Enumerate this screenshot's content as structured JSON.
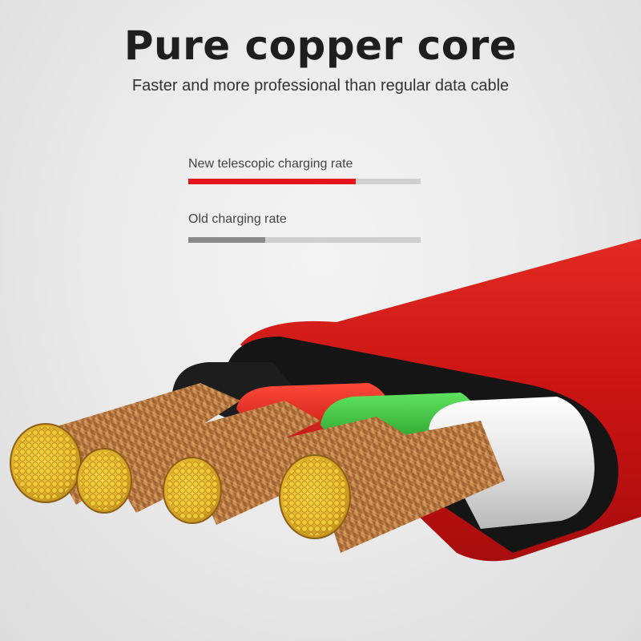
{
  "headline": {
    "title": "Pure copper core",
    "subtitle": "Faster and more professional than regular data cable"
  },
  "rates": [
    {
      "label": "New telescopic charging rate",
      "level": 0.72,
      "color": "#e5131c"
    },
    {
      "label": "Old charging rate",
      "level": 0.33,
      "color": "#8a8a8a"
    }
  ],
  "cable": {
    "sheath_color": "#d11414",
    "wire_colors": [
      "#1a1a1a",
      "#e01818",
      "#2fb12f",
      "#e8e8e8"
    ],
    "conductor": "copper"
  }
}
